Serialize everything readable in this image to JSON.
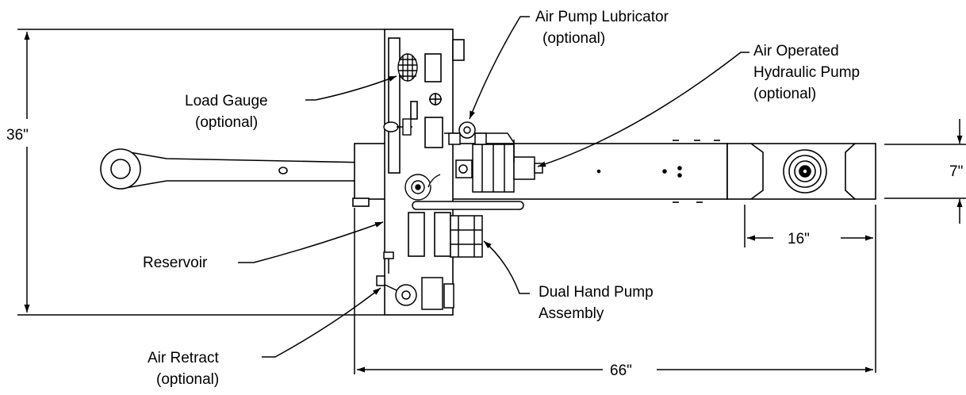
{
  "labels": {
    "air_pump_lubricator": [
      "Air Pump Lubricator",
      "(optional)"
    ],
    "air_operated_hydraulic_pump": [
      "Air Operated",
      "Hydraulic Pump",
      "(optional)"
    ],
    "load_gauge": [
      "Load Gauge",
      "(optional)"
    ],
    "reservoir": [
      "Reservoir"
    ],
    "dual_hand_pump_assembly": [
      "Dual Hand Pump",
      "Assembly"
    ],
    "air_retract": [
      "Air Retract",
      "(optional)"
    ]
  },
  "dimensions": {
    "height": "36\"",
    "width": "66\"",
    "beam_height": "7\"",
    "head_length": "16\""
  }
}
